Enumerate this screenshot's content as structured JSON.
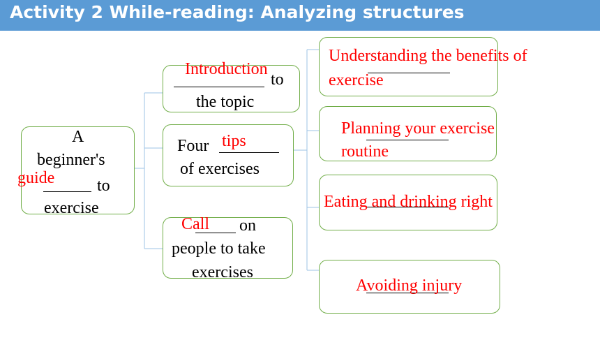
{
  "title": "Activity 2 While-reading: Analyzing structures",
  "colors": {
    "title_bar": "#5b9bd5",
    "node_border": "#70ad47",
    "connector": "#9dc3e6",
    "answer_text": "#ff0000"
  },
  "root": {
    "line1": "A",
    "line2": "beginner's",
    "line3_suffix": "to",
    "line4": "exercise",
    "answer": "guide"
  },
  "middle": {
    "intro": {
      "line1_suffix": "to",
      "line2": "the topic",
      "answer": "Introduction"
    },
    "tips": {
      "line1_prefix": "Four",
      "line2": "of exercises",
      "answer": "tips"
    },
    "call": {
      "line1_suffix": "on",
      "line2": "people to take",
      "line3": "exercises",
      "answer": "Call"
    }
  },
  "right": {
    "benefits": {
      "line1": "Understanding the benefits of",
      "line2": "exercise"
    },
    "planning": {
      "line1": "Planning your exercise",
      "line2": "routine"
    },
    "eating": {
      "line1": "Eating and drinking right"
    },
    "avoiding": {
      "line1": "Avoiding injury"
    }
  }
}
